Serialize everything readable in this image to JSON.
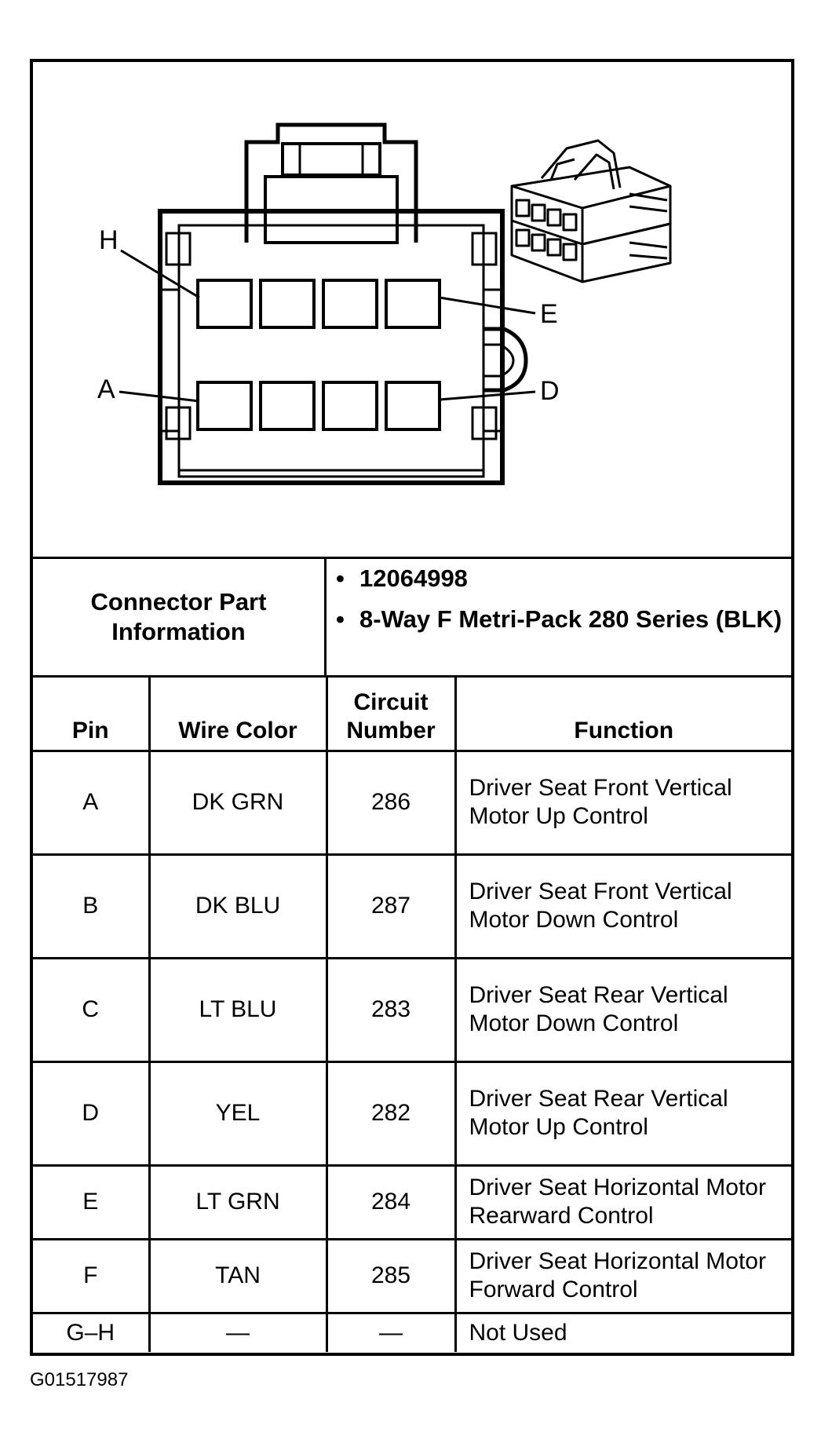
{
  "connector_view": {
    "callouts": {
      "h": "H",
      "e": "E",
      "a": "A",
      "d": "D"
    }
  },
  "part_info": {
    "label": "Connector Part Information",
    "items": [
      "12064998",
      "8-Way F Metri-Pack 280 Series (BLK)"
    ]
  },
  "table": {
    "headers": {
      "pin": "Pin",
      "wire_color": "Wire Color",
      "circuit_number": "Circuit Number",
      "function": "Function"
    },
    "rows": [
      {
        "pin": "A",
        "wire_color": "DK GRN",
        "circuit_number": "286",
        "function": "Driver Seat Front Vertical Motor Up Control"
      },
      {
        "pin": "B",
        "wire_color": "DK BLU",
        "circuit_number": "287",
        "function": "Driver Seat Front Vertical Motor Down Control"
      },
      {
        "pin": "C",
        "wire_color": "LT BLU",
        "circuit_number": "283",
        "function": "Driver Seat Rear Vertical Motor Down Control"
      },
      {
        "pin": "D",
        "wire_color": "YEL",
        "circuit_number": "282",
        "function": "Driver Seat Rear Vertical Motor Up Control"
      },
      {
        "pin": "E",
        "wire_color": "LT GRN",
        "circuit_number": "284",
        "function": "Driver Seat Horizontal Motor Rearward Control"
      },
      {
        "pin": "F",
        "wire_color": "TAN",
        "circuit_number": "285",
        "function": "Driver Seat Horizontal Motor Forward Control"
      },
      {
        "pin": "G–H",
        "wire_color": "—",
        "circuit_number": "—",
        "function": "Not Used"
      }
    ]
  },
  "image_code": "G01517987"
}
